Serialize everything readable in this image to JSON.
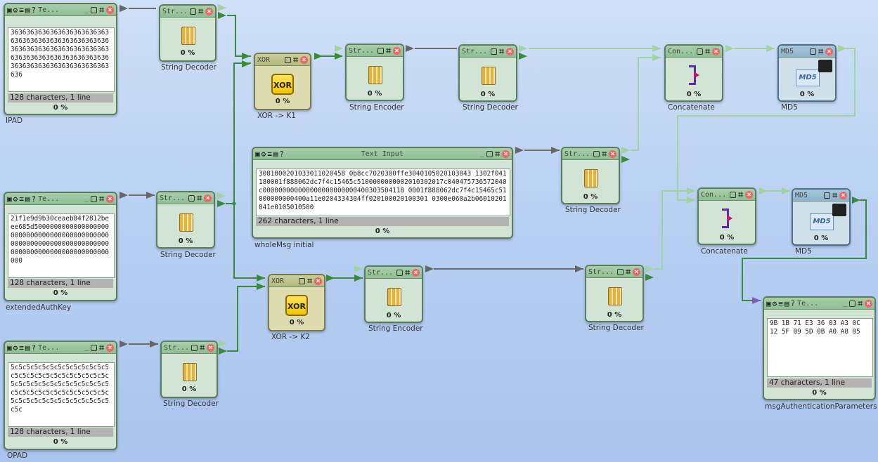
{
  "nodes": {
    "ipad": {
      "head": "Te...",
      "text": "36363636363636363636363636363636363636363636363636363636363636363636363636363636363636363636363636363636363636363636363636363636",
      "status": "128 characters,  1 line",
      "pct": "0 %",
      "label": "IPAD"
    },
    "extkey": {
      "head": "Te...",
      "text": "21f1e9d9b30ceaeb84f2812beee685d5000000000000000000000000000000000000000000000000000000000000000000000000000000000000000000000000",
      "status": "128 characters,  1 line",
      "pct": "0 %",
      "label": "extendedAuthKey"
    },
    "opad": {
      "head": "Te...",
      "text": "5c5c5c5c5c5c5c5c5c5c5c5c5c5c5c5c5c5c5c5c5c5c5c5c5c5c5c5c5c5c5c5c5c5c5c5c5c5c5c5c5c5c5c5c5c5c5c5c5c5c5c5c5c5c5c5c5c5c5c5c5c5c5c5c",
      "status": "128 characters,  1 line",
      "pct": "0 %",
      "label": "OPAD"
    },
    "sd1": {
      "head": "Str...",
      "pct": "0 %",
      "label": "String Decoder"
    },
    "sd2": {
      "head": "Str...",
      "pct": "0 %",
      "label": "String Decoder"
    },
    "sd3": {
      "head": "Str...",
      "pct": "0 %",
      "label": "String Decoder"
    },
    "xor1": {
      "head": "XOR",
      "icon": "XOR",
      "pct": "0 %",
      "label": "XOR -> K1"
    },
    "xor2": {
      "head": "XOR",
      "icon": "XOR",
      "pct": "0 %",
      "label": "XOR -> K2"
    },
    "se1": {
      "head": "Str...",
      "pct": "0 %",
      "label": "String Encoder"
    },
    "se2": {
      "head": "Str...",
      "pct": "0 %",
      "label": "String Encoder"
    },
    "sd4": {
      "head": "Str...",
      "pct": "0 %",
      "label": "String Decoder"
    },
    "sd5": {
      "head": "Str...",
      "pct": "0 %",
      "label": "String Decoder"
    },
    "sd6": {
      "head": "Str...",
      "pct": "0 %",
      "label": "String Decoder"
    },
    "wholemsg": {
      "head": "Text Input",
      "text": "3081800201033011020458 0b8cc7020300ffe3040105020103043 1302f041180001f888062dc7f4c15465c5100000000002010302017c040475736572040c000000000000000000000000400303504118 0001f888062dc7f4c15465c51000000000400a11e0204334304ff020100020100301 0300e060a2b06010201041e0105010500",
      "status": "262 characters,  1 line",
      "pct": "0 %",
      "label": "wholeMsg initial"
    },
    "concat1": {
      "head": "Con...",
      "pct": "0 %",
      "label": "Concatenate"
    },
    "concat2": {
      "head": "Con...",
      "pct": "0 %",
      "label": "Concatenate"
    },
    "md5a": {
      "head": "MD5",
      "icon": "MD5",
      "pct": "0 %",
      "label": "MD5"
    },
    "md5b": {
      "head": "MD5",
      "icon": "MD5",
      "pct": "0 %",
      "label": "MD5"
    },
    "msgauth": {
      "head": "Te...",
      "text": "9B 1B 71 E3 36 03 A3 0C 12 5F 09 5D 0B A0 A8 05",
      "status": "47 characters,  1 line",
      "pct": "0 %",
      "label": "msgAuthenticationParameters"
    }
  },
  "colors": {
    "wire_active": "#3a8a3a",
    "wire_gray": "#6c6c6c",
    "wire_light": "#9fd49f",
    "background": "#bcd2f2"
  }
}
